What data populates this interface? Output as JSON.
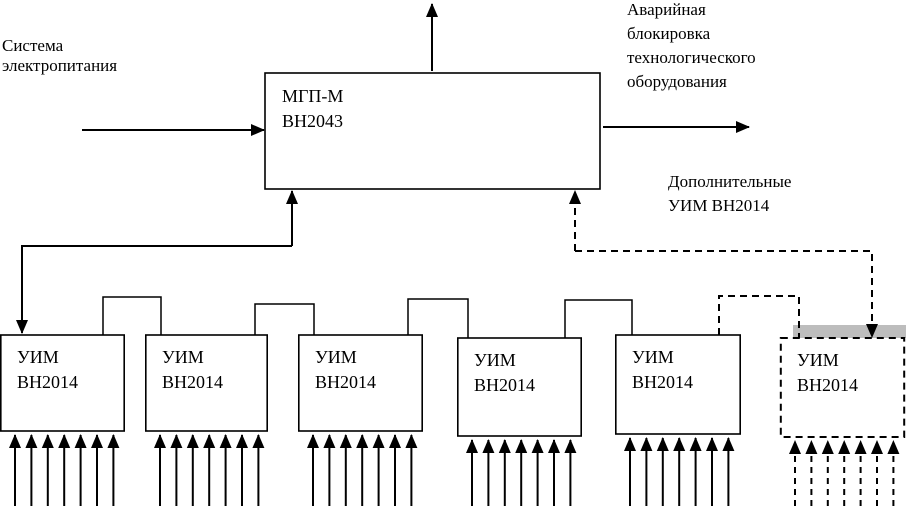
{
  "diagram": {
    "type": "block-diagram",
    "main_unit": {
      "line1": "МГП-М",
      "line2": "ВН2043"
    },
    "power_input_label": {
      "line1": "Система",
      "line2": "электропитания"
    },
    "output_label": {
      "line1": "Аварийная",
      "line2": "блокировка",
      "line3": "технологического",
      "line4": "оборудования"
    },
    "additional_label": {
      "line1": "Дополнительные",
      "line2": "УИМ ВН2014"
    },
    "modules": [
      {
        "line1": "УИМ",
        "line2": "ВН2014",
        "style": "solid",
        "inputs": 7
      },
      {
        "line1": "УИМ",
        "line2": "ВН2014",
        "style": "solid",
        "inputs": 7
      },
      {
        "line1": "УИМ",
        "line2": "ВН2014",
        "style": "solid",
        "inputs": 7
      },
      {
        "line1": "УИМ",
        "line2": "ВН2014",
        "style": "solid",
        "inputs": 7
      },
      {
        "line1": "УИМ",
        "line2": "ВН2014",
        "style": "solid",
        "inputs": 7
      },
      {
        "line1": "УИМ",
        "line2": "ВН2014",
        "style": "dashed",
        "inputs": 7
      }
    ],
    "colors": {
      "line": "#000000",
      "highlight_bar": "#bdbdbd",
      "background": "#ffffff"
    }
  }
}
